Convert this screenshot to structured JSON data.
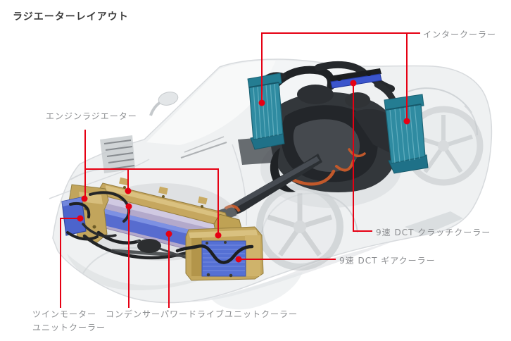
{
  "title": "ラジエーターレイアウト",
  "labels": {
    "intercooler": "インタークーラー",
    "engine_radiator": "エンジンラジエーター",
    "dct_clutch_cooler": "9速 DCT クラッチクーラー",
    "dct_gear_cooler": "9速 DCT ギアクーラー",
    "twin_motor_unit_cooler_line1": "ツインモーター",
    "twin_motor_unit_cooler_line2": "ユニットクーラー",
    "condenser": "コンデンサー",
    "power_drive_unit_cooler": "パワードライブユニットクーラー"
  },
  "colors": {
    "leader_red": "#e60013",
    "label_gray": "#898b8e",
    "intercooler_teal": "#2f8ba1",
    "radiator_gold": "#c6a75f",
    "cooler_blue": "#5268cf",
    "condenser_lavender": "#b3a9cb",
    "body_gray": "#eff1f2"
  }
}
